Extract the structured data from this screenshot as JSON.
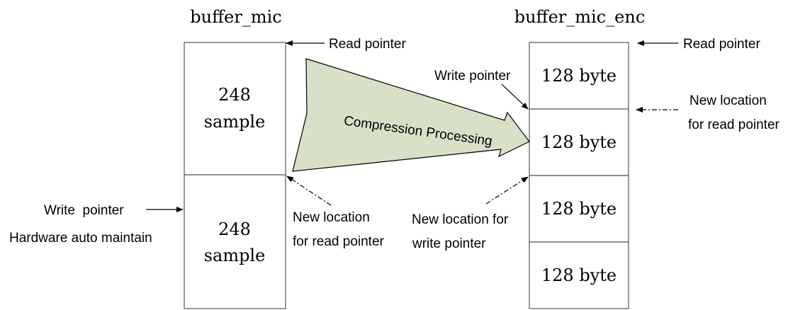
{
  "left_buffer": {
    "title": "buffer_mic",
    "block1": [
      "248",
      "sample"
    ],
    "block2": [
      "248",
      "sample"
    ]
  },
  "right_buffer": {
    "title": "buffer_mic_enc",
    "blocks": [
      "128 byte",
      "128 byte",
      "128 byte",
      "128 byte"
    ]
  },
  "labels": {
    "left_read_pointer": "Read pointer",
    "right_read_pointer": "Read pointer",
    "write_pointer_top": "Write pointer",
    "hw_write_pointer": [
      "Write  pointer",
      "Hardware auto maintain"
    ],
    "left_new_read": [
      "New location",
      "for read pointer"
    ],
    "right_new_write": [
      "New location for",
      "write pointer"
    ],
    "right_new_read": [
      "New location",
      "for read pointer"
    ]
  },
  "process": {
    "label": "Compression Processing",
    "fill_color": "#d9e0c8"
  }
}
